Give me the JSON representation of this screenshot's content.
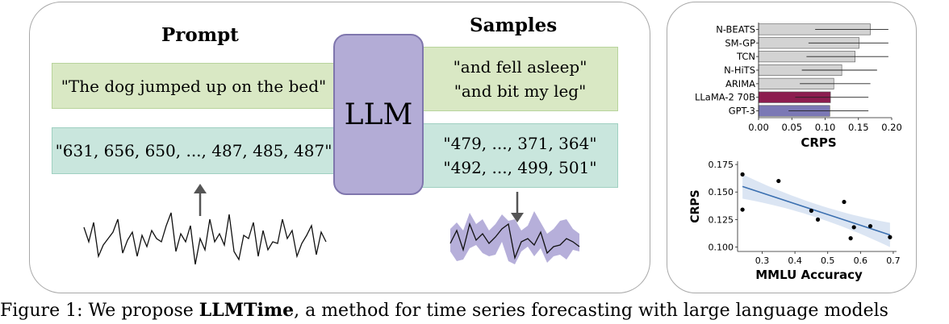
{
  "diagram": {
    "prompt_heading": "Prompt",
    "samples_heading": "Samples",
    "text_prompt": "\"The dog jumped up on the bed\"",
    "text_samples": [
      "\"and fell asleep\"",
      "\"and bit my leg\""
    ],
    "llm_label": "LLM",
    "number_prompt": "\"631, 656, 650, ..., 487, 485, 487\"",
    "number_samples": [
      "\"479, ..., 371, 364\"",
      "\"492, ..., 499, 501\""
    ]
  },
  "caption": {
    "start": "Figure 1: We propose ",
    "bold": "LLMTime",
    "end": ", a method for time series forecasting with large language models"
  },
  "colors": {
    "green_fill": "#d9e8c4",
    "teal_fill": "#c9e6dd",
    "llm_fill": "#b3acd6",
    "llama_bar": "#8c1d4f",
    "gpt_bar": "#7b78b5",
    "gray_bar": "#d3d3d3",
    "regression_line": "#3a6fb0",
    "sample_band": "#a9a1d4"
  },
  "chart_data": [
    {
      "type": "bar",
      "orientation": "horizontal",
      "categories": [
        "N-BEATS",
        "SM-GP",
        "TCN",
        "N-HiTS",
        "ARIMA",
        "LLaMA-2 70B",
        "GPT-3"
      ],
      "values": [
        0.168,
        0.151,
        0.145,
        0.125,
        0.113,
        0.108,
        0.107
      ],
      "error_low": [
        0.085,
        0.075,
        0.072,
        0.065,
        0.062,
        0.055,
        0.045
      ],
      "error_high": [
        0.195,
        0.195,
        0.195,
        0.178,
        0.168,
        0.165,
        0.165
      ],
      "title": "",
      "xlabel": "CRPS",
      "ylabel": "",
      "xlim": [
        0,
        0.2
      ],
      "xticks": [
        "0.00",
        "0.05",
        "0.10",
        "0.15",
        "0.20"
      ]
    },
    {
      "type": "scatter",
      "x": [
        0.24,
        0.24,
        0.35,
        0.45,
        0.47,
        0.55,
        0.57,
        0.58,
        0.63,
        0.69
      ],
      "y": [
        0.166,
        0.134,
        0.16,
        0.133,
        0.125,
        0.141,
        0.108,
        0.118,
        0.119,
        0.109
      ],
      "fit_line": [
        [
          0.24,
          0.155
        ],
        [
          0.69,
          0.111
        ]
      ],
      "title": "",
      "xlabel": "MMLU Accuracy",
      "ylabel": "CRPS",
      "xlim": [
        0.225,
        0.71
      ],
      "ylim": [
        0.096,
        0.178
      ],
      "xticks": [
        "0.3",
        "0.4",
        "0.5",
        "0.6",
        "0.7"
      ],
      "yticks": [
        "0.100",
        "0.125",
        "0.150",
        "0.175"
      ]
    }
  ]
}
